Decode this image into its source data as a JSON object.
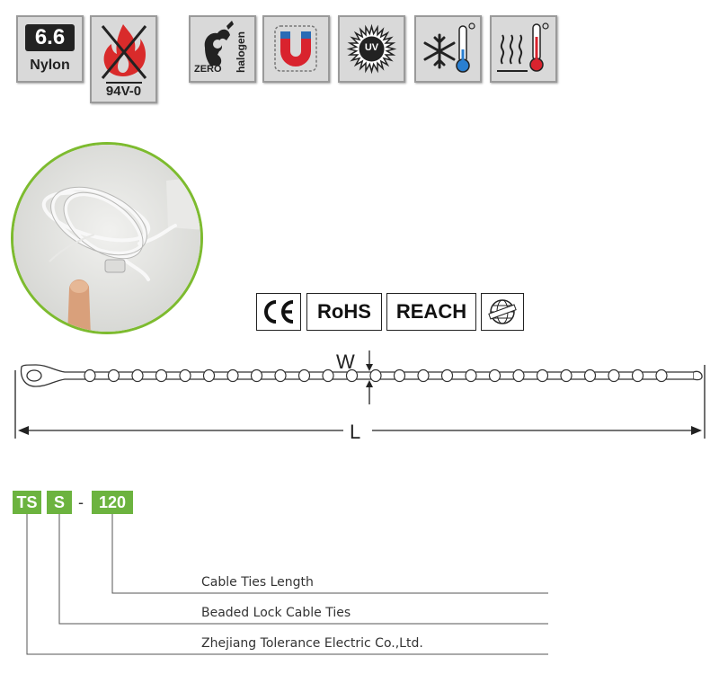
{
  "badges": {
    "nylon": {
      "grade": "6.6",
      "label": "Nylon"
    },
    "flame": {
      "rating": "94V-0"
    },
    "halogen": {
      "zero": "ZERO",
      "word": "halogen"
    },
    "magnet": {
      "icon": "magnet-icon"
    },
    "uv": {
      "label": "UV"
    },
    "cold": {
      "icon": "snowflake-thermometer-icon"
    },
    "heat": {
      "icon": "heat-thermometer-icon"
    }
  },
  "certifications": [
    "RoHS",
    "REACH"
  ],
  "dimensions": {
    "width_label": "W",
    "length_label": "L"
  },
  "part_code": {
    "series": "TS",
    "type": "S",
    "separator": "-",
    "length": "120"
  },
  "legend": {
    "length": "Cable Ties Length",
    "type": "Beaded Lock Cable Ties",
    "series": "Zhejiang Tolerance Electric Co.,Ltd."
  },
  "colors": {
    "accent_green": "#6cb33f",
    "badge_bg": "#d9d9d9",
    "magnet_red": "#d9232e",
    "magnet_blue": "#2a6bb5"
  }
}
